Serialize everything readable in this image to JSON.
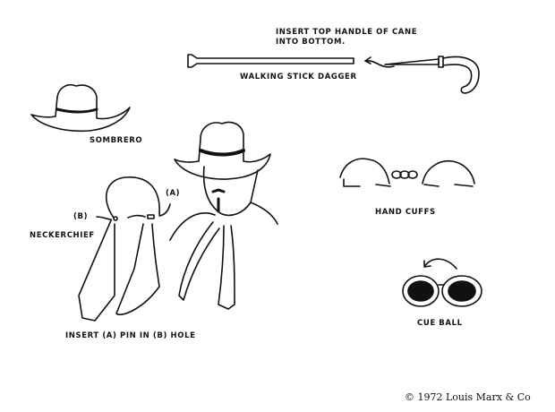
{
  "labels": {
    "cane_instruction_line1": "INSERT TOP HANDLE OF CANE",
    "cane_instruction_line2": "INTO BOTTOM.",
    "walking_stick": "WALKING STICK  DAGGER",
    "sombrero": "SOMBRERO",
    "neckerchief": "NECKERCHIEF",
    "pin_a": "(A)",
    "hole_b": "(B)",
    "neckerchief_instruction": "INSERT (A) PIN IN (B) HOLE",
    "hand_cuffs": "HAND CUFFS",
    "cue_ball": "CUE BALL"
  },
  "copyright": "© 1972 Louis Marx & Co"
}
